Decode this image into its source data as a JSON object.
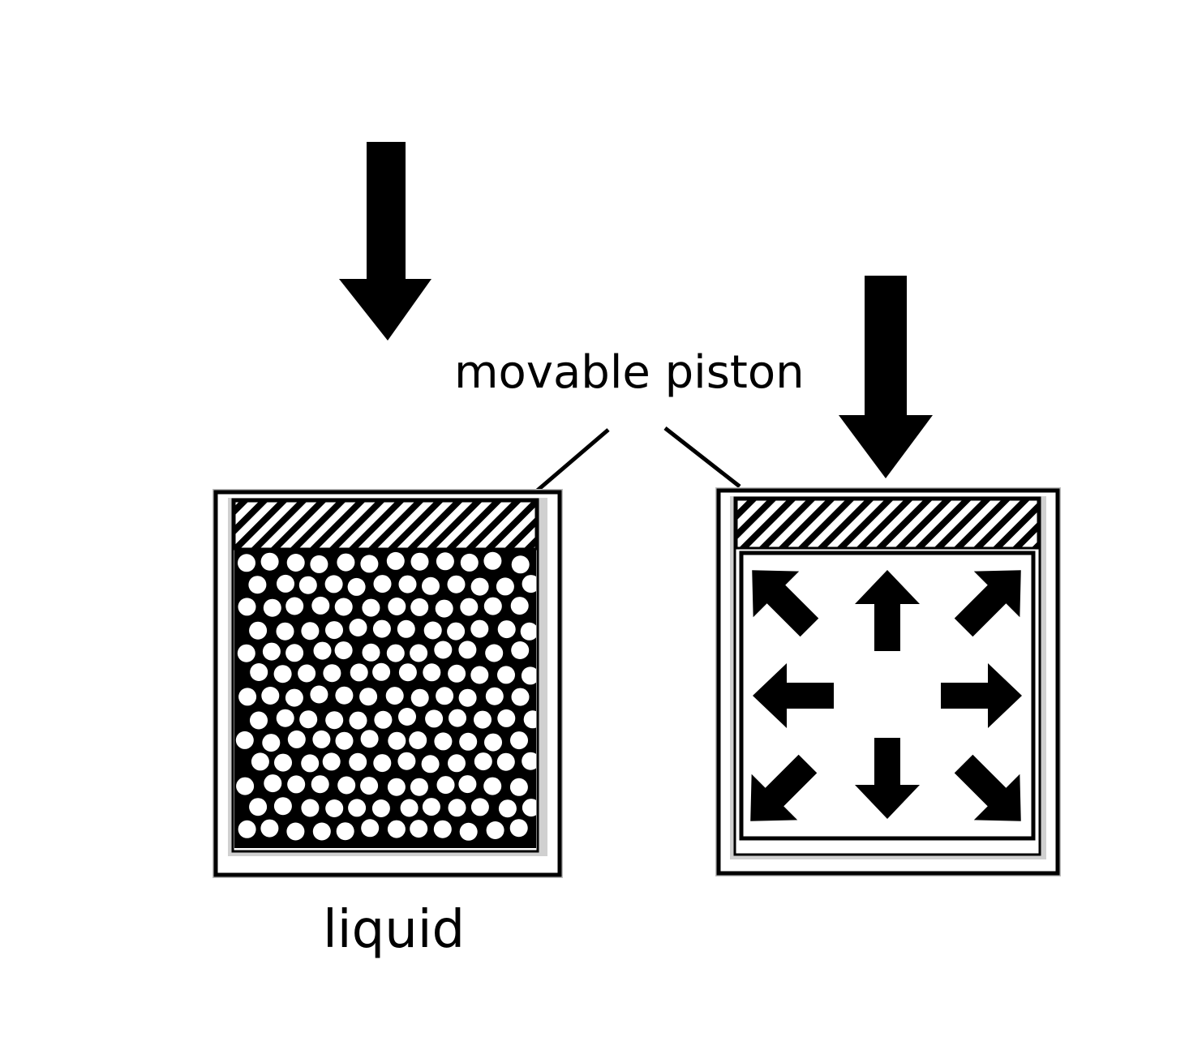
{
  "labels": {
    "piston": "movable piston",
    "left_container": "liquid"
  },
  "colors": {
    "ink": "#000000",
    "paper": "#ffffff",
    "wall_gray": "#bdbdbd"
  },
  "icons": {
    "force_arrow": "down-arrow-icon",
    "expansion_arrows": [
      "up-left",
      "up",
      "up-right",
      "left",
      "right",
      "down-left",
      "down",
      "down-right"
    ]
  }
}
